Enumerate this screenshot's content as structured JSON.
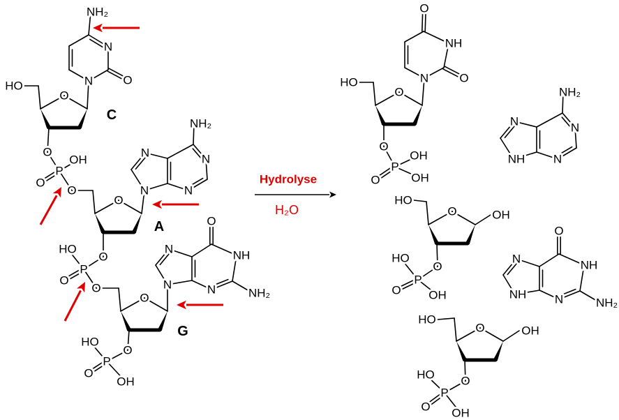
{
  "atom_labels": {
    "N": "N",
    "O": "O",
    "NH": "NH",
    "NH2": "NH₂",
    "HO": "HO",
    "OH": "OH",
    "P": "P"
  },
  "nucleotide_labels": {
    "C": "C",
    "A": "A",
    "G": "G"
  },
  "reaction": {
    "label": "Hydrolyse",
    "reagent": "H₂O"
  },
  "colors": {
    "arrow_red": "#e00000",
    "bond": "#000000"
  }
}
